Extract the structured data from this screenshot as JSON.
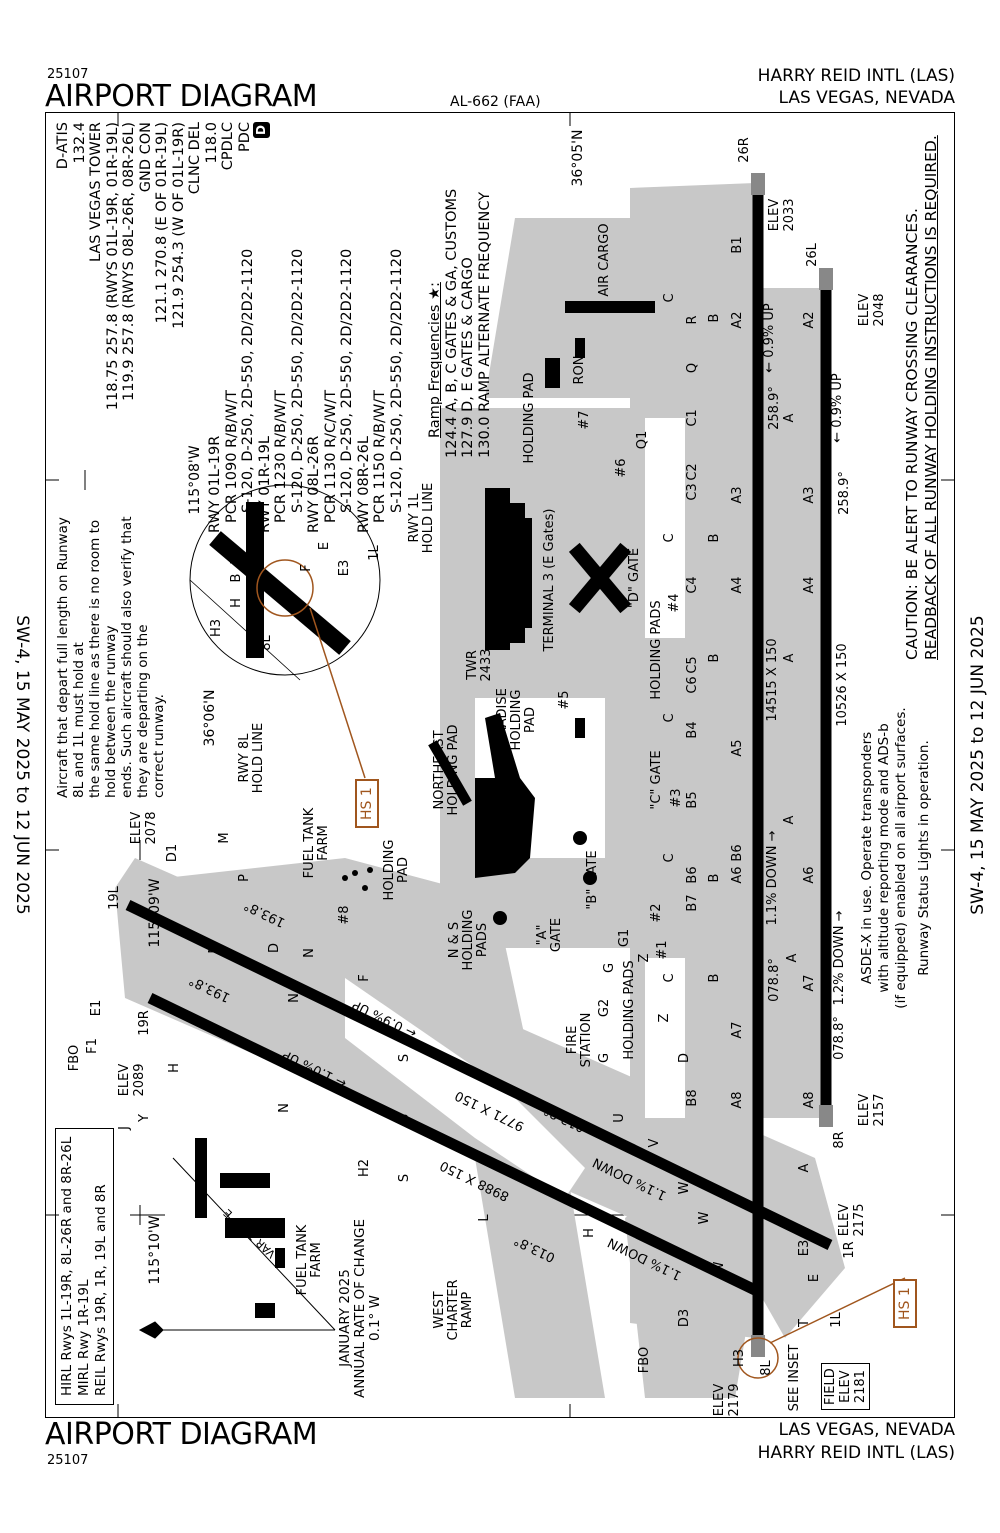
{
  "header": {
    "chart_number": "25107",
    "title": "AIRPORT DIAGRAM",
    "procedure_id": "AL-662 (FAA)",
    "airport_name": "HARRY REID INTL (LAS)",
    "city_state": "LAS VEGAS, NEVADA"
  },
  "footer": {
    "chart_number": "25107",
    "title": "AIRPORT DIAGRAM",
    "city_state": "LAS VEGAS, NEVADA",
    "airport_name": "HARRY REID INTL (LAS)"
  },
  "cycle": {
    "left": "SW-4, 15 MAY 2025  to  12 JUN 2025",
    "right": "SW-4, 15 MAY 2025  to  12 JUN 2025"
  },
  "frequencies": {
    "datis_label": "D-ATIS",
    "datis": "132.4",
    "tower_label": "LAS VEGAS TOWER",
    "tower_1": "118.75  257.8  (RWYS 01L-19R, 01R-19L)",
    "tower_2": "119.9  257.8  (RWYS 08L-26R, 08R-26L)",
    "gnd_label": "GND CON",
    "gnd_1": "121.1  270.8 (E OF 01R-19L)",
    "gnd_2": "121.9  254.3 (W OF 01L-19R)",
    "clnc_label": "CLNC DEL",
    "clnc": "118.0",
    "cpdlc": "CPDLC",
    "pdc": "PDC",
    "d_badge": "D"
  },
  "hold_note": [
    "Aircraft that depart full length on Runway 8L and 1L must hold at",
    "the same hold line as there is no room to hold between the runway",
    "ends.  Such aircraft should also verify that they are departing on the",
    "correct runway."
  ],
  "runway_data": [
    {
      "rwy": "RWY 01L-19R",
      "pcr": "PCR 1090 R/B/W/T",
      "wt": "S-120, D-250, 2D-550, 2D/2D2-1120"
    },
    {
      "rwy": "RWY 01R-19L",
      "pcr": "PCR 1230 R/B/W/T",
      "wt": "S-120, D-250, 2D-550, 2D/2D2-1120"
    },
    {
      "rwy": "RWY 08L-26R",
      "pcr": "PCR 1130 R/C/W/T",
      "wt": "S-120, D-250, 2D-550, 2D/2D2-1120"
    },
    {
      "rwy": "RWY 08R-26L",
      "pcr": "PCR 1150 R/B/W/T",
      "wt": "S-120, D-250, 2D-550, 2D/2D2-1120"
    }
  ],
  "ramp": {
    "title": "Ramp Frequencies ★:",
    "lines": [
      "124.4 A, B, C GATES & GA, CUSTOMS",
      "127.9 D, E GATES & CARGO",
      "130.0 RAMP ALTERNATE FREQUENCY"
    ]
  },
  "caution": [
    "CAUTION: BE ALERT TO RUNWAY CROSSING CLEARANCES.",
    "READBACK OF ALL RUNWAY HOLDING INSTRUCTIONS IS REQUIRED."
  ],
  "asde_note": [
    "ASDE-X in use. Operate transponders",
    "with altitude reporting mode and ADS-b",
    "(if equipped) enabled on all airport surfaces.",
    "Runway Status Lights in operation."
  ],
  "lighting": [
    "HIRL Rwys 1L-19R, 8L-26R and 8R-26L",
    "MIRL Rwy 1R-19L",
    "REIL Rwys 19R, 1R, 19L and 8R"
  ],
  "variation": {
    "var": "VAR 11.1° E",
    "lines": [
      "JANUARY 2025",
      "ANNUAL RATE OF CHANGE",
      "0.1° W"
    ]
  },
  "field_elev": {
    "label1": "FIELD",
    "label2": "ELEV",
    "value": "2181"
  },
  "hot_spot": "HS 1",
  "inset_labels": {
    "rwy8l_hold": "RWY 8L",
    "rwy8l_hold2": "HOLD LINE",
    "rwy1l_hold": "RWY 1L",
    "rwy1l_hold2": "HOLD LINE",
    "h3": "H3",
    "rwy_8l": "8L",
    "rwy_1l": "1L",
    "b": "B",
    "e3": "E3",
    "e": "E",
    "f": "F",
    "h": "H",
    "l": "L"
  },
  "map_labels": [
    "115°10'W",
    "115°09'W",
    "115°08'W",
    "36°06'N",
    "36°05'N",
    "26R",
    "26L",
    "8R",
    "8L",
    "1R",
    "1L",
    "19L",
    "19R",
    "ELEV",
    "2033",
    "ELEV",
    "2048",
    "ELEV",
    "2157",
    "ELEV",
    "2175",
    "ELEV",
    "2179",
    "ELEV",
    "2089",
    "ELEV",
    "2078",
    "14515 X 150",
    "10526 X 150",
    "9771 X 150",
    "8988 X 150",
    "258.9°",
    "258.9°",
    "078.8°",
    "078.8°",
    "193.8°",
    "193.8°",
    "013.8°",
    "013.8°",
    "← 0.9% UP",
    "← 0.9% UP",
    "1.1% DOWN →",
    "1.2% DOWN →",
    "← 0.9% UP",
    "← 1.0% UP",
    "1.1% DOWN",
    "1.1% DOWN",
    "A2",
    "A2",
    "A3",
    "A3",
    "A4",
    "A4",
    "A5",
    "A6",
    "A6",
    "A7",
    "A7",
    "A8",
    "A8",
    "B1",
    "B4",
    "B5",
    "B6",
    "B6",
    "B7",
    "B8",
    "C1",
    "C2",
    "C3",
    "C4",
    "C5",
    "C6",
    "A",
    "A",
    "A",
    "A",
    "A",
    "B",
    "B",
    "B",
    "B",
    "B",
    "C",
    "C",
    "C",
    "C",
    "C",
    "R",
    "Q",
    "Q1",
    "AIR CARGO",
    "RON",
    "#7",
    "#6",
    "HOLDING PAD",
    "TERMINAL 3 (E Gates)",
    "\"D\" GATE",
    "#4",
    "HOLDING PADS",
    "#5",
    "TWR",
    "2433",
    "PARADISE",
    "HOLDING",
    "PAD",
    "NORTHEAST",
    "HOLDING PAD",
    "\"C\" GATE",
    "#3",
    "\"B\" GATE",
    "#2",
    "#1",
    "\"A\"",
    "GATE",
    "N & S",
    "HOLDING",
    "PADS",
    "#8",
    "HOLDING",
    "PAD",
    "FUEL TANK",
    "FARM",
    "FUEL TANK",
    "FARM",
    "FIRE",
    "STATION",
    "HOLDING PADS",
    "FBO",
    "FBO",
    "WEST",
    "CHARTER",
    "RAMP",
    "SEE INSET",
    "D1",
    "D",
    "E1",
    "F1",
    "J",
    "M",
    "M",
    "P",
    "N",
    "N",
    "N",
    "S",
    "S",
    "S",
    "G",
    "G1",
    "G2",
    "G",
    "Z",
    "Z",
    "D",
    "U",
    "V",
    "W",
    "W",
    "W",
    "Y",
    "H",
    "H",
    "H2",
    "E",
    "E3",
    "D3",
    "F",
    "L",
    "T",
    "H3"
  ]
}
